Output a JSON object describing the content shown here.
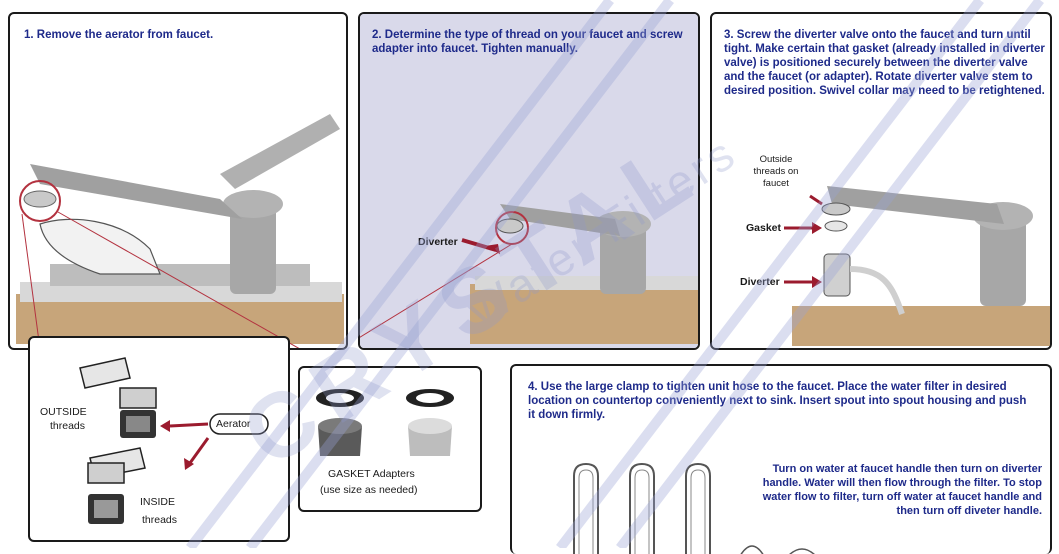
{
  "steps": {
    "step1": "1. Remove the aerator from faucet.",
    "step2": "2. Determine the type of thread on your faucet and screw adapter into faucet. Tighten manually.",
    "step3": "3. Screw the diverter valve onto the faucet and turn until tight. Make certain that gasket (already installed in diverter valve) is positioned securely between the diverter valve and the faucet (or adapter). Rotate diverter valve stem to desired position. Swivel collar may need to be retightened.",
    "step4": "4. Use the large clamp to tighten unit hose to the faucet. Place the water filter in desired location on countertop conveniently next to sink. Insert spout into spout housing and push it down firmly."
  },
  "labels": {
    "diverter_step2": "Diverter",
    "outside_threads_on_faucet": "Outside threads on faucet",
    "gasket": "Gasket",
    "diverter_step3": "Diverter",
    "outside": "OUTSIDE",
    "threads_outside": "threads",
    "aerator": "Aerator",
    "inside": "INSIDE",
    "threads_inside": "threads",
    "gasket_adapters_line1": "GASKET Adapters",
    "gasket_adapters_line2": "(use size as needed)"
  },
  "instructions_note": "Turn on water at faucet handle then turn on diverter handle. Water will then flow through the filter. To stop water flow to filter, turn off water at faucet handle and then turn off diveter handle.",
  "watermark": {
    "brand_main": "CRYSTAL",
    "brand_sub": "Water Filters"
  },
  "colors": {
    "step_text": "#1e2a8a",
    "arrow": "#9b1b2e",
    "counter": "#c7a57a",
    "faucet": "#9a9a9a",
    "sink": "#b9b9b9"
  }
}
